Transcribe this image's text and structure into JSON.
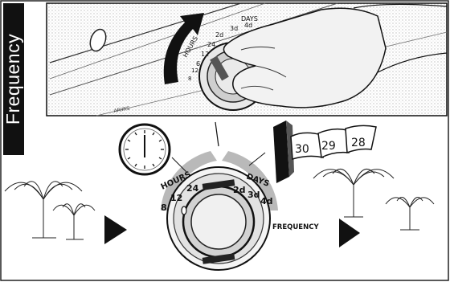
{
  "side_title": "Frequency",
  "top_dial": {
    "hours_label": "HOURS",
    "hours_values": [
      "6",
      "12",
      "24"
    ],
    "days_label": "DAYS",
    "days_values": [
      "2d",
      "3d",
      "4d"
    ],
    "left_marks": [
      "8",
      "12"
    ],
    "bottom_label": "ARIIRS"
  },
  "main_dial": {
    "hours_label": "HOURS",
    "hours_values": [
      "8",
      "12",
      "24"
    ],
    "days_label": "DAYS",
    "days_values": [
      "2d",
      "3d",
      "4d"
    ],
    "frequency_label": "FREQUENCY"
  },
  "calendar_pages": [
    "30",
    "29",
    "28"
  ],
  "colors": {
    "ink": "#111111",
    "shade": "#9a9a9a",
    "light": "#d8d8d8"
  }
}
